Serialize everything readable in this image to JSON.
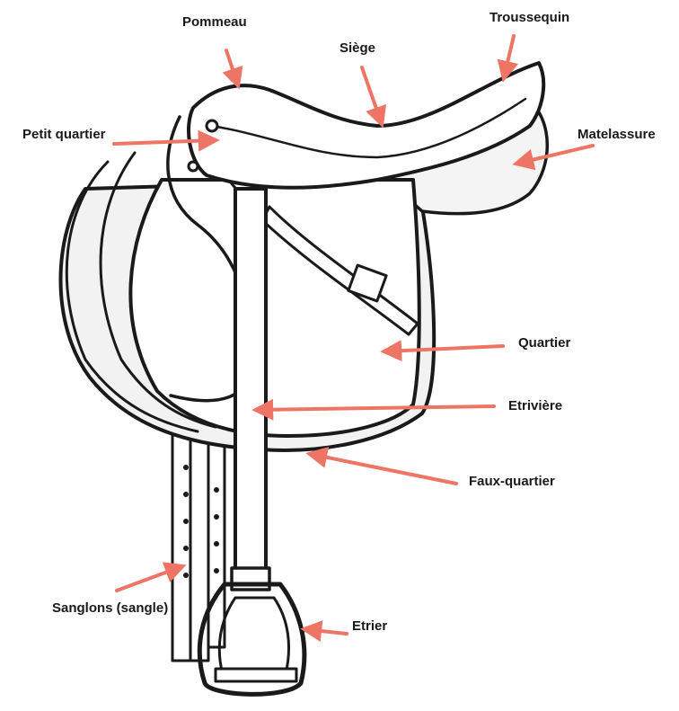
{
  "labels": {
    "pommeau": "Pommeau",
    "siege": "Siège",
    "troussequin": "Troussequin",
    "petit_quartier": "Petit quartier",
    "matelassure": "Matelassure",
    "quartier": "Quartier",
    "etriviere": "Etrivière",
    "faux_quartier": "Faux-quartier",
    "sanglons": "Sanglons (sangle)",
    "etrier": "Etrier"
  },
  "colors": {
    "arrow": "#ee7566",
    "ink": "#1a1a1a"
  }
}
